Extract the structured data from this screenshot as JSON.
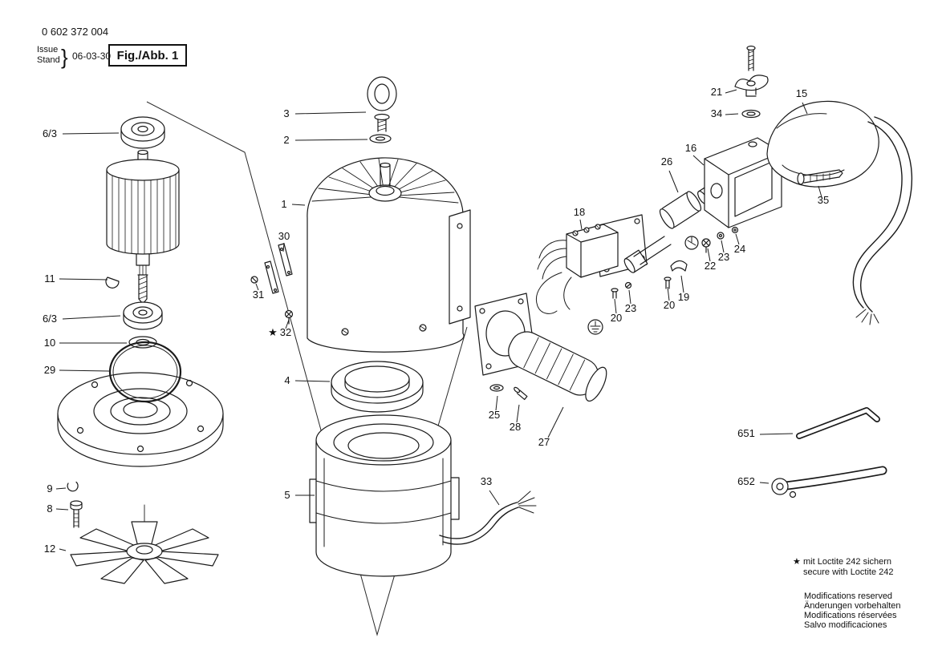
{
  "header": {
    "part_number": "0 602 372 004",
    "issue": "Issue",
    "stand": "Stand",
    "brace": "}",
    "date": "06-03-30",
    "fig": "Fig./Abb. 1"
  },
  "callouts": {
    "n1": "1",
    "n2": "2",
    "n3": "3",
    "n4": "4",
    "n5": "5",
    "n63": "6/3",
    "n8": "8",
    "n9": "9",
    "n10": "10",
    "n11": "11",
    "n12": "12",
    "n15": "15",
    "n16": "16",
    "n18": "18",
    "n19": "19",
    "n20": "20",
    "n21": "21",
    "n22": "22",
    "n23": "23",
    "n24": "24",
    "n25": "25",
    "n26": "26",
    "n27": "27",
    "n28": "28",
    "n29": "29",
    "n30": "30",
    "n31": "31",
    "n32": "32",
    "n33": "33",
    "n34": "34",
    "n35": "35",
    "n651": "651",
    "n652": "652"
  },
  "notes": {
    "star": "★",
    "loctite_de": "mit Loctite 242 sichern",
    "loctite_en": "secure with Loctite 242",
    "mods": [
      "Modifications reserved",
      "Änderungen vorbehalten",
      "Modifications réservées",
      "Salvo modificaciones"
    ]
  }
}
